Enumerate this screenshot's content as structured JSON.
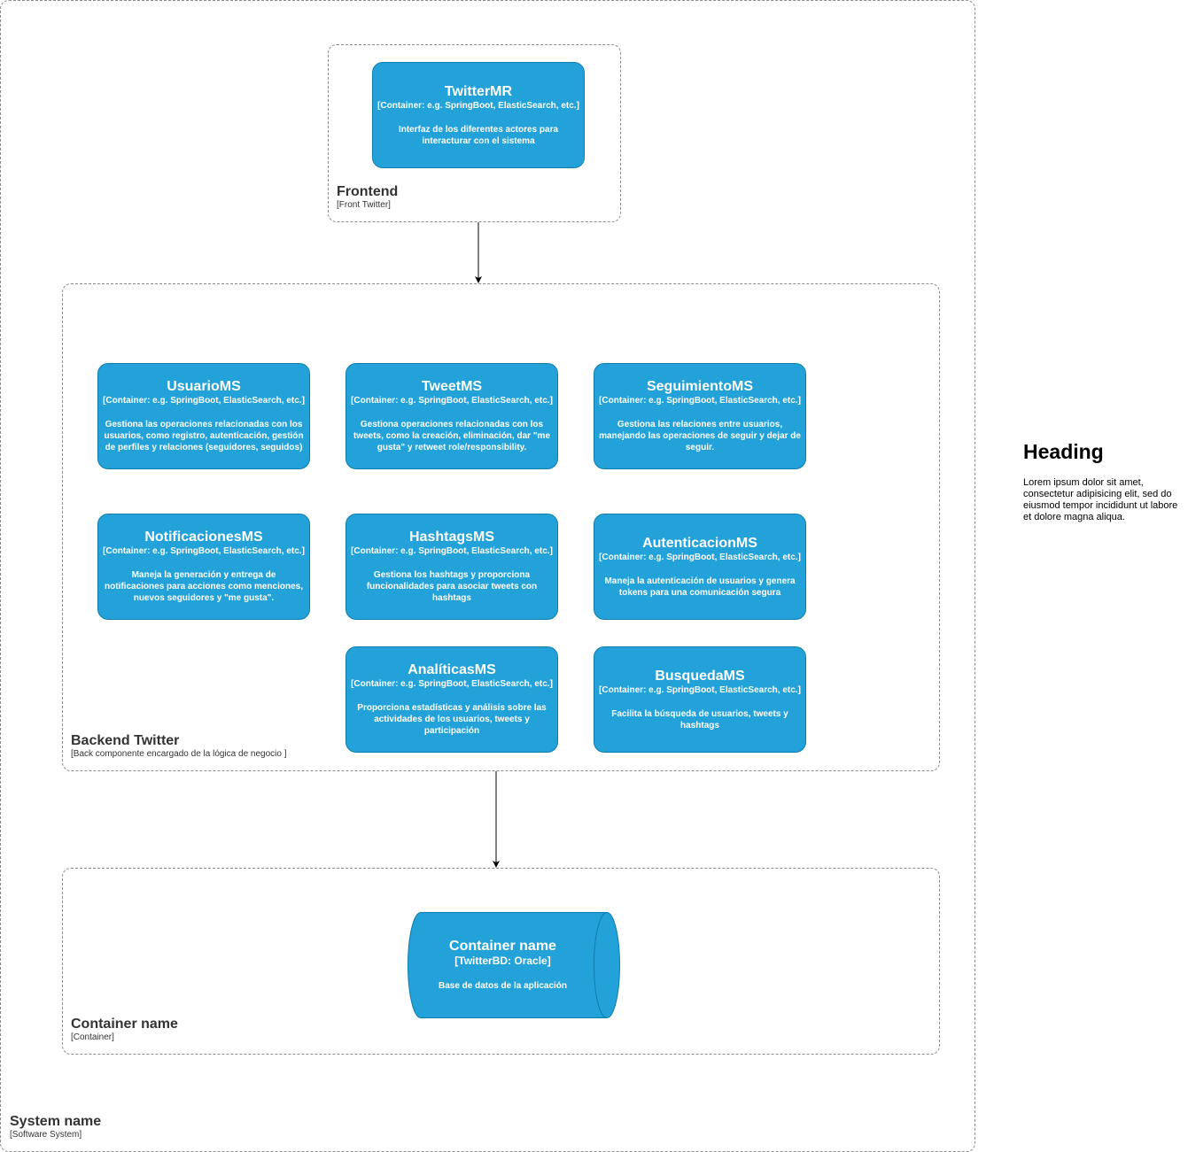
{
  "system": {
    "title": "System name",
    "tech": "[Software System]"
  },
  "frontend": {
    "title": "Frontend",
    "tech": "[Front Twitter]",
    "node": {
      "name": "TwitterMR",
      "tech": "[Container: e.g. SpringBoot, ElasticSearch, etc.]",
      "desc": "Interfaz de los diferentes actores para interacturar con el sistema"
    }
  },
  "backend": {
    "title": "Backend Twitter",
    "tech": "[Back componente encargado de la lógica de negocio ]",
    "nodes": [
      {
        "name": "UsuarioMS",
        "tech": "[Container: e.g. SpringBoot, ElasticSearch, etc.]",
        "desc": "Gestiona las operaciones relacionadas con los usuarios, como registro, autenticación, gestión de perfiles y relaciones (seguidores, seguidos)"
      },
      {
        "name": "TweetMS",
        "tech": "[Container: e.g. SpringBoot, ElasticSearch, etc.]",
        "desc": "Gestiona operaciones relacionadas con los tweets, como la creación, eliminación, dar \"me gusta\" y retweet role/responsibility."
      },
      {
        "name": "SeguimientoMS",
        "tech": "[Container: e.g. SpringBoot, ElasticSearch, etc.]",
        "desc": "Gestiona las relaciones entre usuarios, manejando las operaciones de seguir y dejar de seguir."
      },
      {
        "name": "NotificacionesMS",
        "tech": "[Container: e.g. SpringBoot, ElasticSearch, etc.]",
        "desc": "Maneja la generación y entrega de notificaciones para acciones como menciones, nuevos seguidores y \"me gusta\"."
      },
      {
        "name": "HashtagsMS",
        "tech": "[Container: e.g. SpringBoot, ElasticSearch, etc.]",
        "desc": "Gestiona los hashtags y proporciona funcionalidades para asociar tweets con hashtags"
      },
      {
        "name": "AutenticacionMS",
        "tech": "[Container: e.g. SpringBoot, ElasticSearch, etc.]",
        "desc": "Maneja la autenticación de usuarios y genera tokens para una comunicación segura"
      },
      {
        "name": "AnalíticasMS",
        "tech": "[Container: e.g. SpringBoot, ElasticSearch, etc.]",
        "desc": "Proporciona estadísticas y análisis sobre las actividades de los usuarios, tweets y participación"
      },
      {
        "name": "BusquedaMS",
        "tech": "[Container: e.g. SpringBoot, ElasticSearch, etc.]",
        "desc": "Facilita la búsqueda de usuarios, tweets y hashtags"
      }
    ]
  },
  "database": {
    "title": "Container name",
    "tech": "[Container]",
    "node": {
      "name": "Container name",
      "tech": "[TwitterBD: Oracle]",
      "desc": "Base de datos de la aplicación"
    }
  },
  "side_note": {
    "heading": "Heading",
    "body": "Lorem ipsum dolor sit amet, consectetur adipisicing elit, sed do eiusmod tempor incididunt ut labore et dolore magna aliqua."
  },
  "colors": {
    "node_fill": "#23a2d9",
    "node_stroke": "#0e7dad",
    "boundary": "#8a8a8a"
  }
}
